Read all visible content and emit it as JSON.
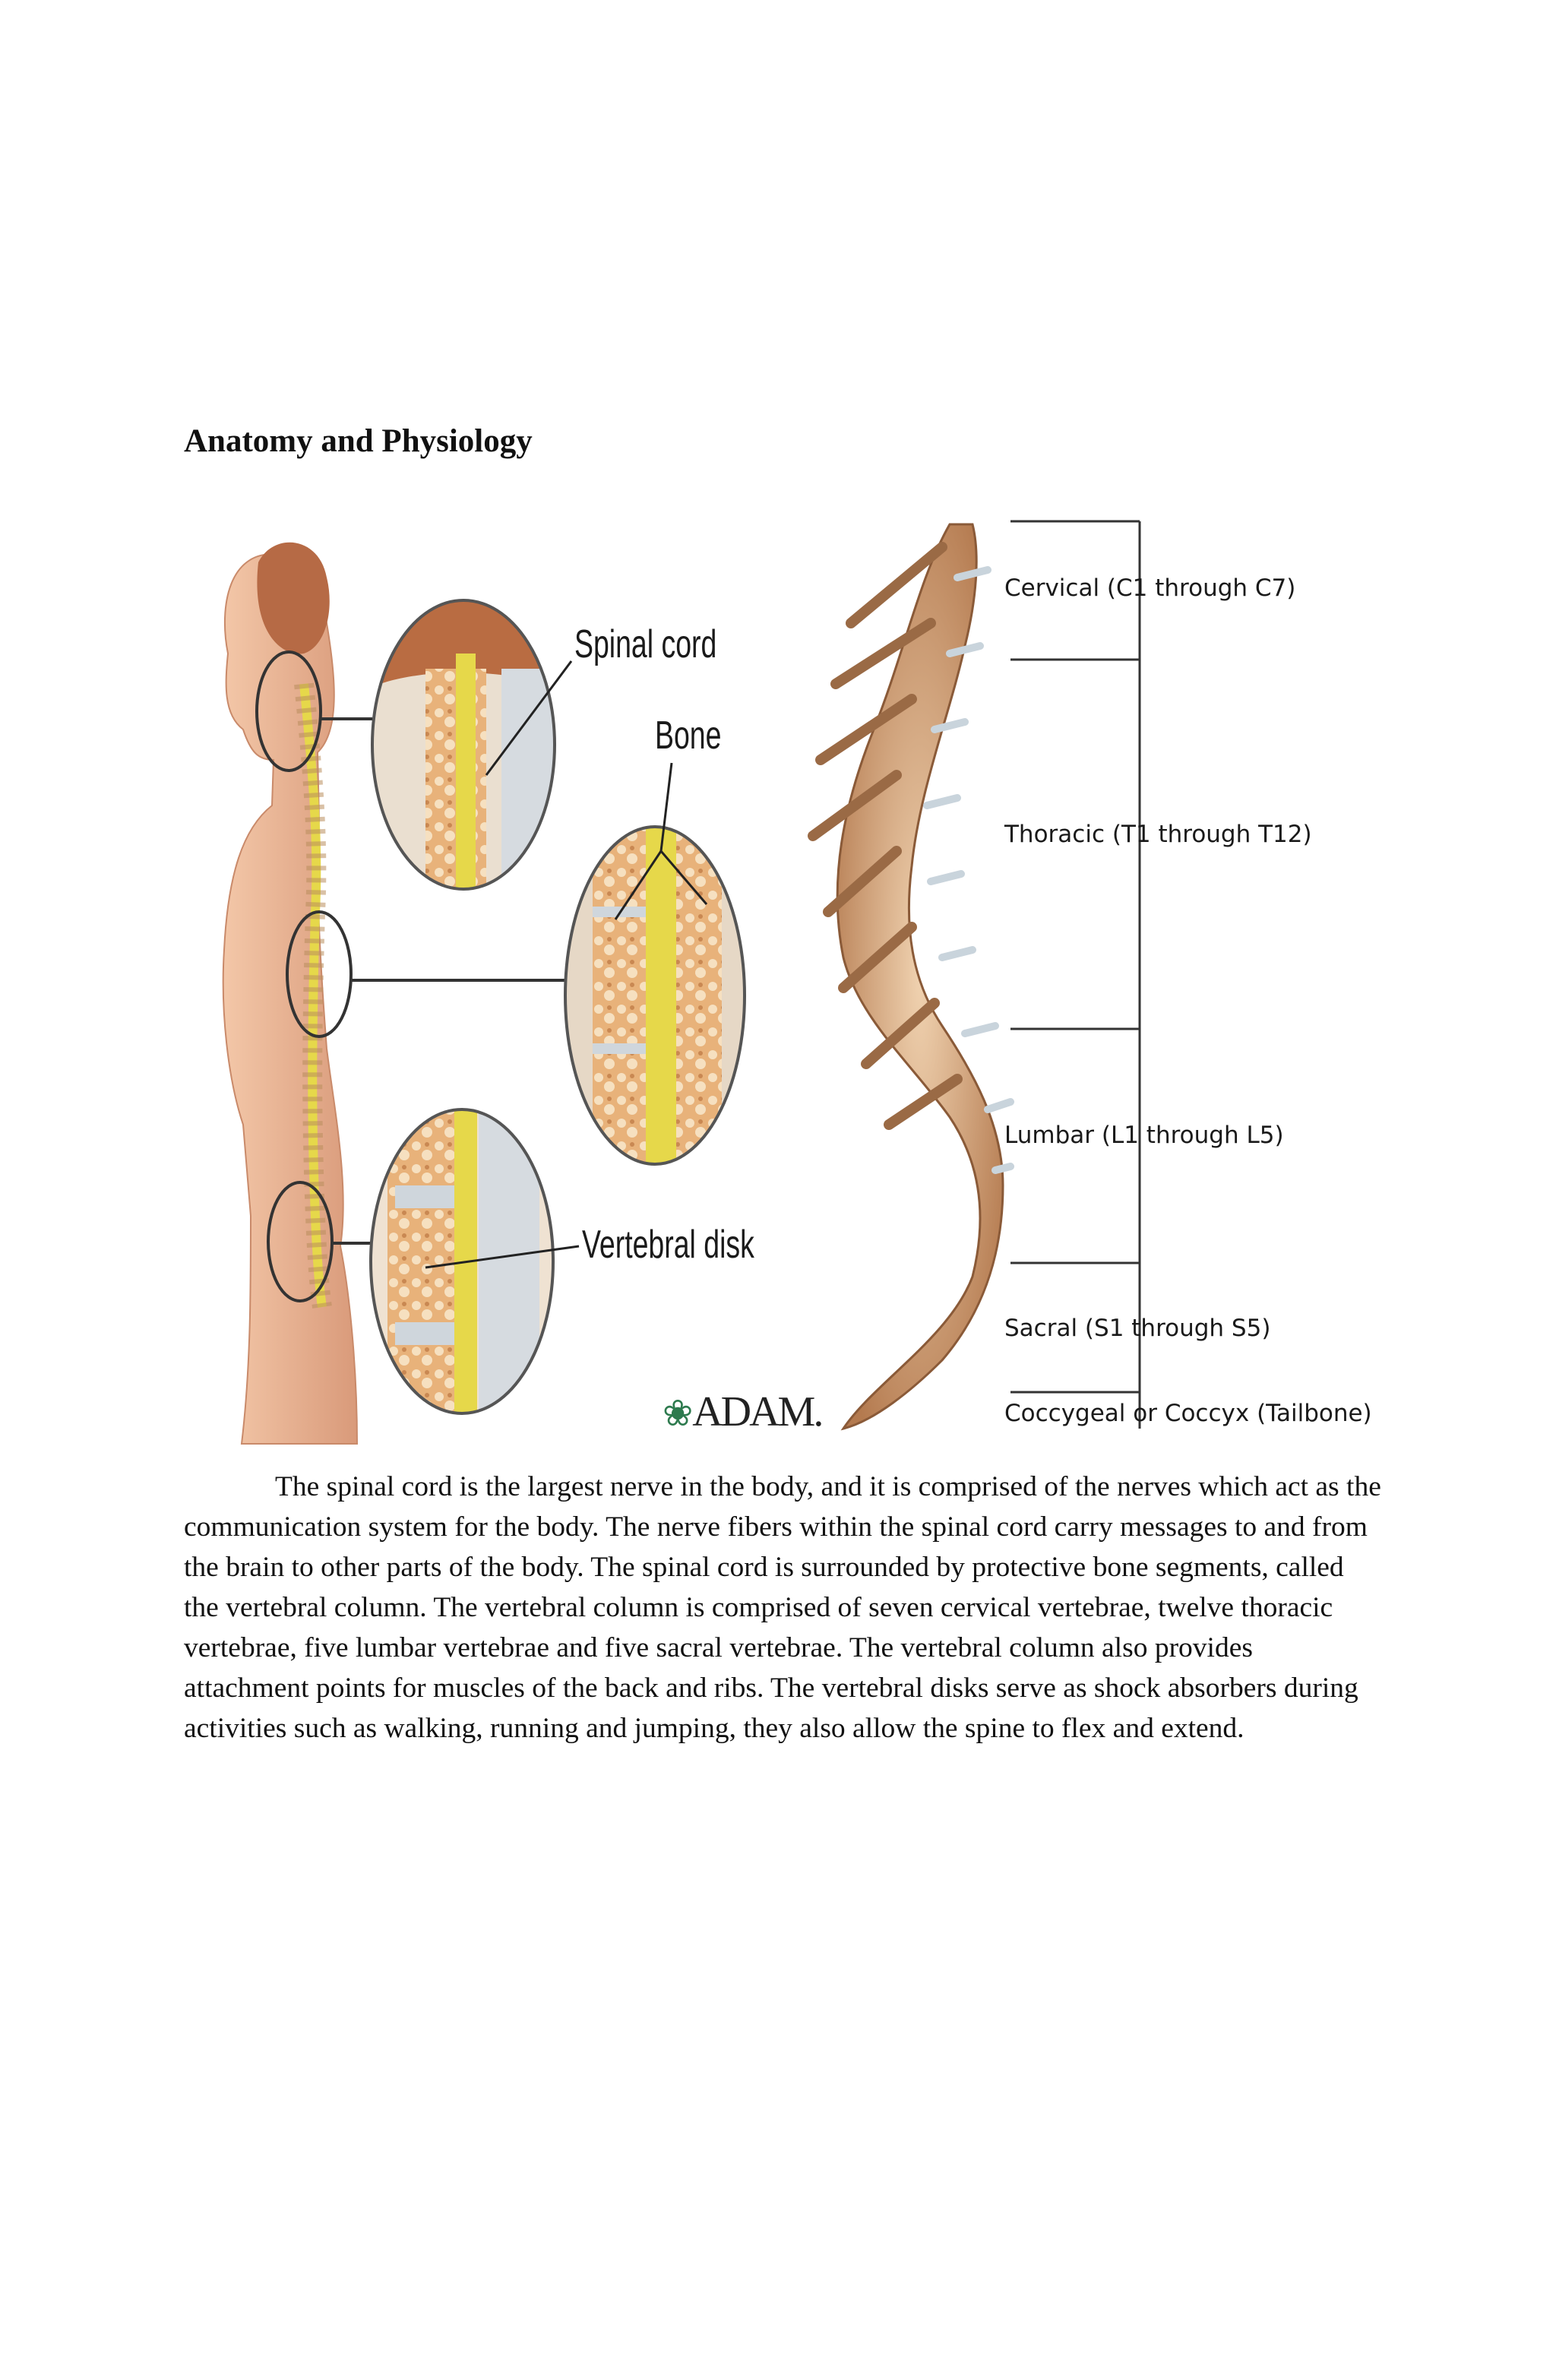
{
  "document": {
    "title": "Anatomy and Physiology",
    "paragraph": "The spinal cord is the largest nerve in the body, and it is comprised of the nerves which act as the communication system for the body. The nerve fibers within the spinal cord carry messages to and from the brain to other parts of the body. The spinal cord is surrounded by protective bone segments, called the vertebral column. The vertebral column is comprised of seven cervical vertebrae, twelve thoracic vertebrae, five lumbar vertebrae and five sacral vertebrae. The vertebral column also provides attachment points for muscles of the back and ribs. The vertebral disks serve as shock absorbers during activities such as walking, running and jumping, they also allow the spine to flex and extend."
  },
  "figure": {
    "callouts": {
      "spinal_cord": "Spinal cord",
      "bone": "Bone",
      "vertebral_disk": "Vertebral disk"
    },
    "regions": {
      "cervical": "Cervical (C1 through C7)",
      "thoracic": "Thoracic (T1 through T12)",
      "lumbar": "Lumbar (L1 through L5)",
      "sacral": "Sacral (S1 through S5)",
      "coccygeal": "Coccygeal or Coccyx (Tailbone)"
    },
    "logo": "ADAM."
  },
  "colors": {
    "skin": "#e9b89a",
    "bone": "#d9a57a",
    "bone_dark": "#9a6a45",
    "disk": "#c9d4dc",
    "cord": "#e6d84a",
    "logo_leaf": "#2d7a4e"
  }
}
